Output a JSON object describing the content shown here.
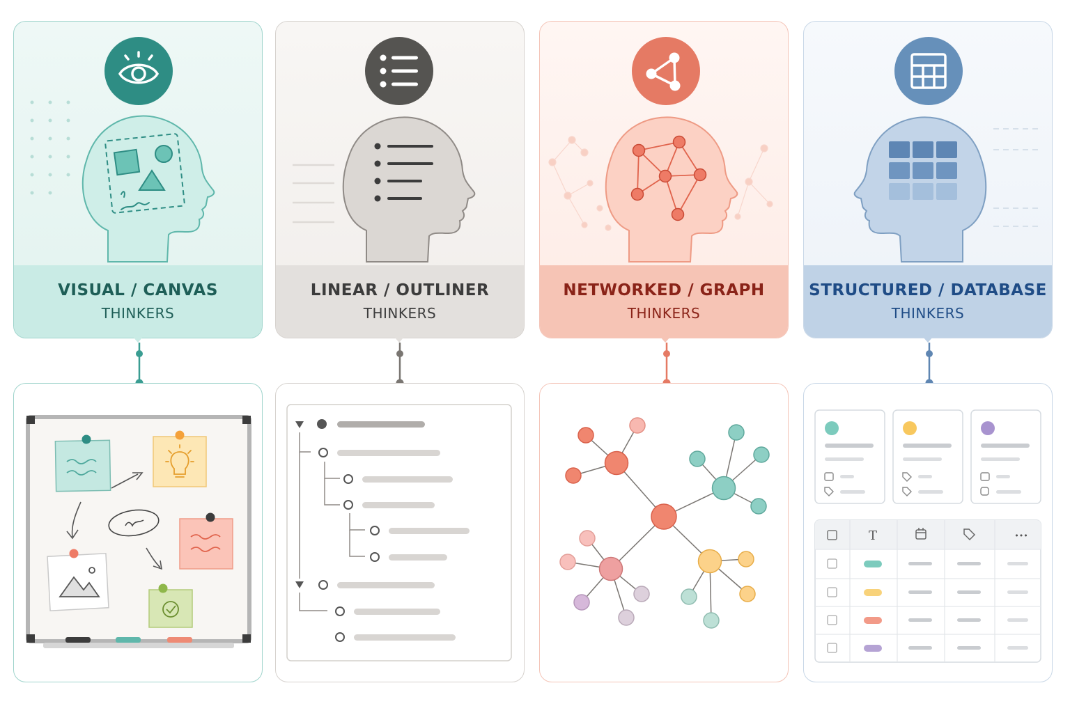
{
  "columns": [
    {
      "id": "visual",
      "title": "VISUAL / CANVAS",
      "subtitle": "THINKERS",
      "icon": "eye-icon",
      "accent": "#2e8d84"
    },
    {
      "id": "linear",
      "title": "LINEAR / OUTLINER",
      "subtitle": "THINKERS",
      "icon": "list-icon",
      "accent": "#555451"
    },
    {
      "id": "networked",
      "title": "NETWORKED / GRAPH",
      "subtitle": "THINKERS",
      "icon": "share-nodes-icon",
      "accent": "#e57a64"
    },
    {
      "id": "structured",
      "title": "STRUCTURED / DATABASE",
      "subtitle": "THINKERS",
      "icon": "table-grid-icon",
      "accent": "#6690ba"
    }
  ],
  "database_table": {
    "header_icons": [
      "checkbox-icon",
      "text-type-icon",
      "calendar-icon",
      "tag-icon",
      "more-icon"
    ],
    "more_glyph": "•••",
    "text_glyph": "T",
    "row_tag_colors": [
      "#7ccbbd",
      "#f8d27a",
      "#f29a88",
      "#b5a3d4"
    ]
  },
  "database_cards": {
    "dot_colors": [
      "#7ccbbd",
      "#f8c85e",
      "#a893cf"
    ]
  }
}
